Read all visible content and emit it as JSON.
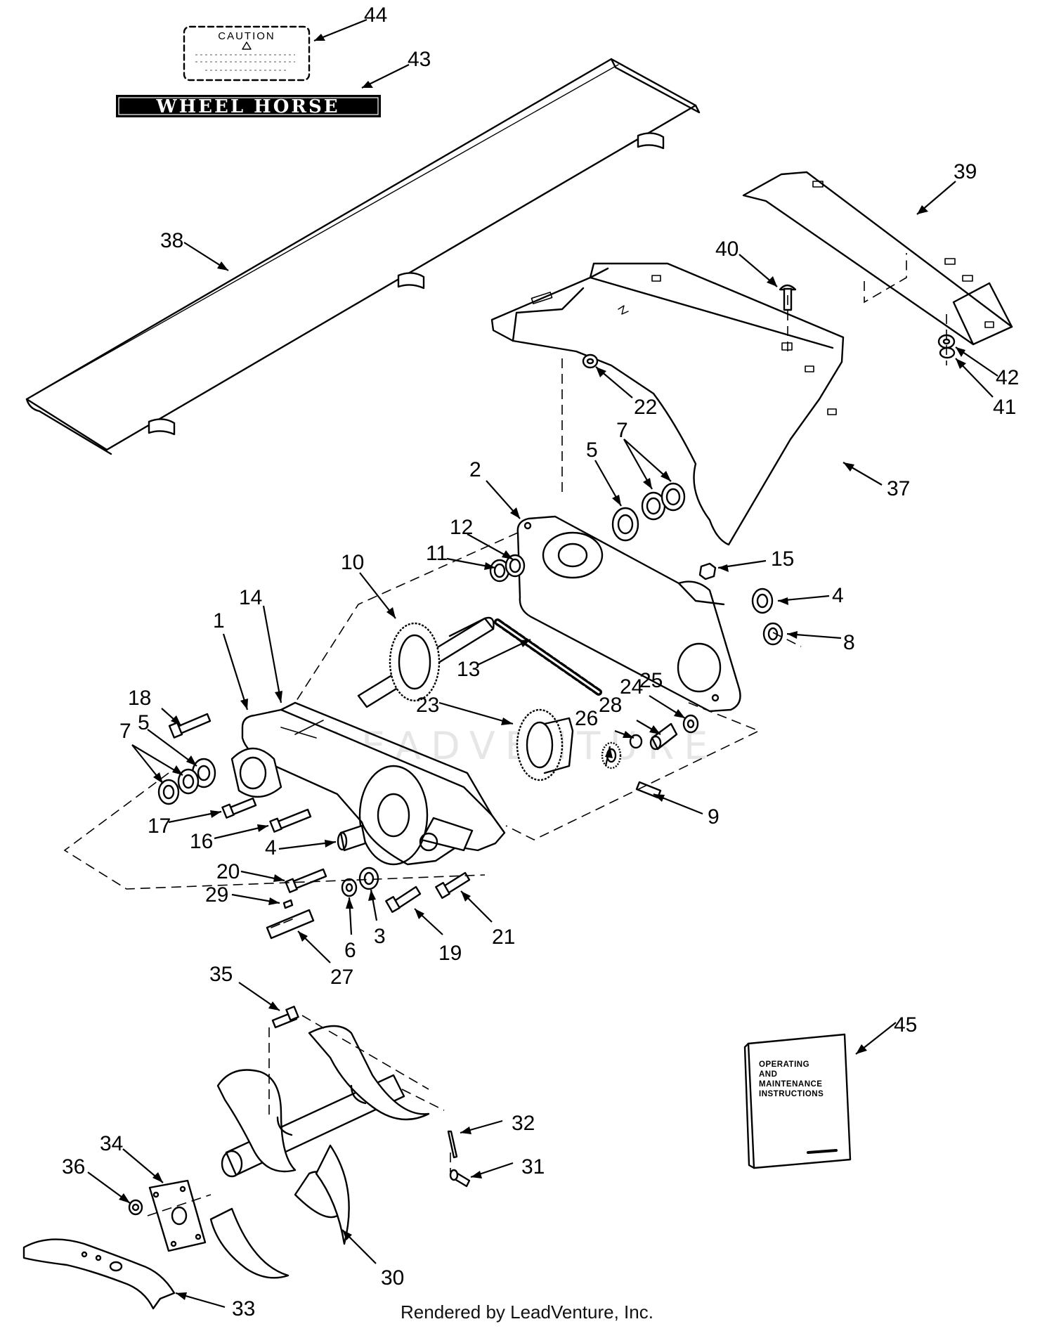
{
  "labels": {
    "caution": "CAUTION",
    "brand": "WHEEL HORSE",
    "manual": [
      "OPERATING",
      "AND",
      "MAINTENANCE",
      "INSTRUCTIONS"
    ],
    "watermark": "LEADVENTURE",
    "footer": "Rendered by LeadVenture, Inc."
  },
  "callouts": [
    {
      "id": "44",
      "text": "44"
    },
    {
      "id": "43",
      "text": "43"
    },
    {
      "id": "39",
      "text": "39"
    },
    {
      "id": "38",
      "text": "38"
    },
    {
      "id": "40",
      "text": "40"
    },
    {
      "id": "42",
      "text": "42"
    },
    {
      "id": "41",
      "text": "41"
    },
    {
      "id": "22",
      "text": "22"
    },
    {
      "id": "37",
      "text": "37"
    },
    {
      "id": "2",
      "text": "2"
    },
    {
      "id": "5a",
      "text": "5"
    },
    {
      "id": "7a",
      "text": "7"
    },
    {
      "id": "12",
      "text": "12"
    },
    {
      "id": "15",
      "text": "15"
    },
    {
      "id": "10",
      "text": "10"
    },
    {
      "id": "11",
      "text": "11"
    },
    {
      "id": "4a",
      "text": "4"
    },
    {
      "id": "14",
      "text": "14"
    },
    {
      "id": "1",
      "text": "1"
    },
    {
      "id": "8",
      "text": "8"
    },
    {
      "id": "18",
      "text": "18"
    },
    {
      "id": "13",
      "text": "13"
    },
    {
      "id": "25",
      "text": "25"
    },
    {
      "id": "24",
      "text": "24"
    },
    {
      "id": "28",
      "text": "28"
    },
    {
      "id": "23",
      "text": "23"
    },
    {
      "id": "5b",
      "text": "5"
    },
    {
      "id": "7b",
      "text": "7"
    },
    {
      "id": "26",
      "text": "26"
    },
    {
      "id": "9",
      "text": "9"
    },
    {
      "id": "17",
      "text": "17"
    },
    {
      "id": "16",
      "text": "16"
    },
    {
      "id": "4b",
      "text": "4"
    },
    {
      "id": "20",
      "text": "20"
    },
    {
      "id": "29",
      "text": "29"
    },
    {
      "id": "6",
      "text": "6"
    },
    {
      "id": "3",
      "text": "3"
    },
    {
      "id": "19",
      "text": "19"
    },
    {
      "id": "21",
      "text": "21"
    },
    {
      "id": "27",
      "text": "27"
    },
    {
      "id": "35",
      "text": "35"
    },
    {
      "id": "45",
      "text": "45"
    },
    {
      "id": "32",
      "text": "32"
    },
    {
      "id": "34",
      "text": "34"
    },
    {
      "id": "31",
      "text": "31"
    },
    {
      "id": "36",
      "text": "36"
    },
    {
      "id": "30",
      "text": "30"
    },
    {
      "id": "33",
      "text": "33"
    }
  ]
}
